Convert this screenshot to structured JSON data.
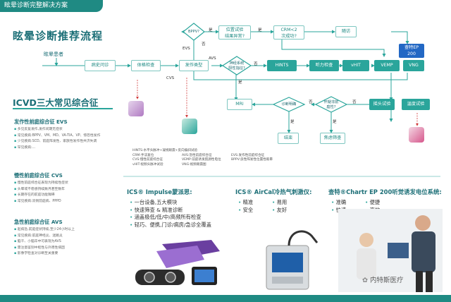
{
  "banner": "眩晕诊断完整解决方案",
  "flow": {
    "title": "眩晕诊断推荐流程",
    "patient": "眩晕患者",
    "nodes": {
      "history": "病史问诊",
      "exam": "体格检查",
      "attack_type": "发作类型",
      "bppv": "BPPV?",
      "positional": "位置试验\n结果异常?",
      "crm": "CRM<2\n次成功?",
      "followup": "随访",
      "chartr": "查特EP\n200",
      "neuro": "神经系统\n阳性指征?",
      "hints": "HINTS",
      "hearing": "听力检查",
      "vhit": "vHIT",
      "vemp": "VEMP",
      "vng": "VNG",
      "mri": "MRI",
      "diagnosis": "诊断明确",
      "psych": "怀疑非前\n庭性?",
      "balance": "摇头试验",
      "caloric": "温度试验",
      "end": "结束",
      "anxiety": "焦虑筛查"
    },
    "labels": {
      "evs": "EVS",
      "avs": "AVS",
      "cvs": "CVS",
      "yes": "是",
      "no": "否"
    }
  },
  "legend": [
    "HINTS:水平头脉冲+凝视眼震+反向偏斜试验",
    "CRM:手法复位",
    "AVS:急性前庭综合征",
    "EVS:发作性前庭综合征",
    "CVS:慢性前庭综合征",
    "VEMP:前庭诱发肌源性电位",
    "BPPV:良性阵发性位置性眩晕",
    "vHIT:视频头脉冲试验",
    "VNG:视频眼震图"
  ],
  "icvd": {
    "title": "ICVD三大常见综合征",
    "groups": [
      {
        "name": "发作性前庭综合征 EVS",
        "items": [
          "多见反复发作,发作间期无症状",
          "常见疾病:BPPV、VM、MD、VA-TIA、VP、惊恐性发作",
          "少见疾病:SCD、前庭阵发性、家族性发作性共济失调",
          "罕见疾病:..."
        ]
      },
      {
        "name": "慢性前庭综合征 CVS",
        "items": [
          "慢性前庭综合征表现为持续性症状",
          "头晕或不稳感持续数月甚至数年",
          "长期存在的前庭功能障碍",
          "常见疾病:双侧前庭病、PPPD"
        ]
      },
      {
        "name": "急性前庭综合征 AVS",
        "items": [
          "起病急,前庭症状持续,至少24小时以上",
          "常见疾病:前庭神经炎、迷路炎",
          "脑干、小脑卒中可表现为AVS",
          "需注意鉴别中枢性与外周性病因",
          "影像学检查对诊断至关重要"
        ]
      }
    ]
  },
  "products": [
    {
      "title": "ICS® Impulse蒙派思:",
      "features": [
        "一台设备,五大模块",
        "快速筛查 & 精准诊断",
        "涵盖极低/低/中/高频所有检查",
        "轻巧、便携,门诊/病房/急诊全覆盖"
      ]
    },
    {
      "title": "ICS® AirCal冷热气刺激仪:",
      "features": [
        "精准",
        "易用",
        "安全",
        "友好"
      ]
    },
    {
      "title": "查特®Chartr EP 200听觉诱发电位系统:",
      "features": [
        "准确",
        "便捷",
        "快速",
        "高效"
      ]
    }
  ],
  "watermark": "内特斯医疗",
  "colors": {
    "teal": "#2aa59b",
    "dark_teal": "#1c6f77",
    "blue": "#2368c4",
    "red": "#d23a3a"
  }
}
